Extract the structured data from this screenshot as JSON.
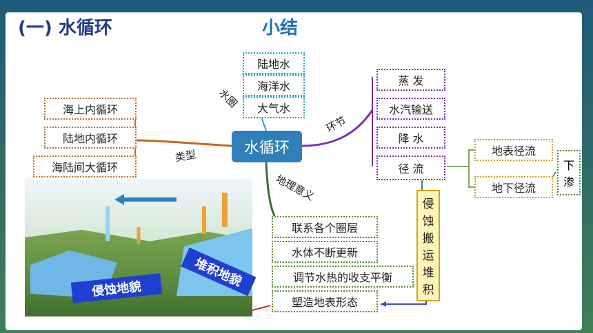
{
  "header": {
    "title": "(一) 水循环",
    "summary": "小结"
  },
  "center": {
    "label": "水循环"
  },
  "branches": {
    "water_body": "水圈",
    "links": "环节",
    "types": "类型",
    "meaning": "地理意义"
  },
  "water_bodies": [
    "陆地水",
    "海洋水",
    "大气水"
  ],
  "types": [
    "海上内循环",
    "陆地内循环",
    "海陆间大循环"
  ],
  "links": [
    "蒸 发",
    "水汽输送",
    "降 水",
    "径 流"
  ],
  "runoff": [
    "地表径流",
    "地下径流"
  ],
  "seepage": "下渗",
  "gold_vertical": [
    "侵",
    "蚀",
    "搬",
    "运",
    "堆",
    "积"
  ],
  "seepage_vertical": [
    "下",
    "渗"
  ],
  "meaning": [
    "联系各个圈层",
    "水体不断更新",
    "调节水热的收支平衡",
    "塑造地表形态"
  ],
  "image_labels": {
    "erosion": "侵蚀地貌",
    "deposition": "堆积地貌"
  },
  "colors": {
    "brown": "#c26a22",
    "purple": "#7a2fb8",
    "green": "#5c8a2d",
    "cyan": "#22a6c3",
    "blue": "#2f7fb8",
    "red": "#d12b2b",
    "gold": "#d4a017"
  }
}
